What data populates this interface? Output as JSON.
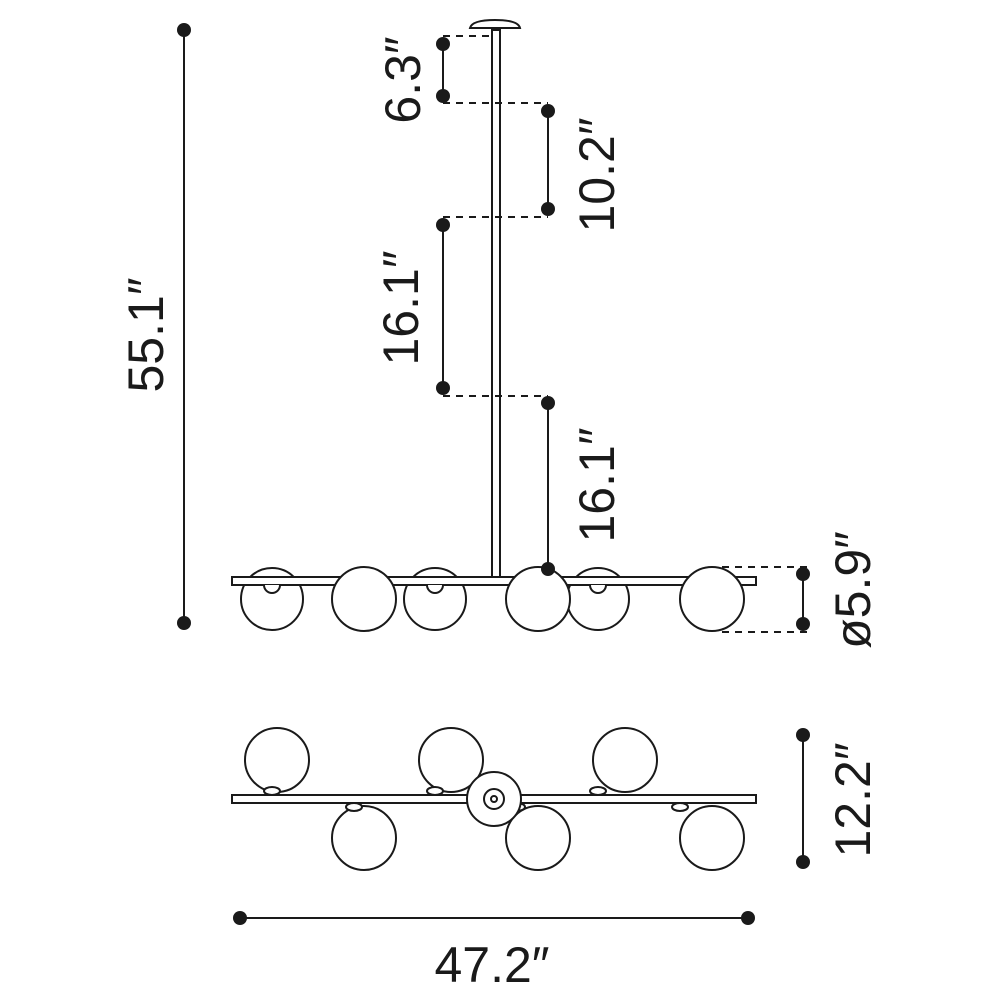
{
  "dimensions": {
    "overall_height": "55.1″",
    "canopy_to_first": "6.3″",
    "segment_2": "10.2″",
    "segment_3": "16.1″",
    "segment_4": "16.1″",
    "globe_diameter": "ø5.9″",
    "depth": "12.2″",
    "width": "47.2″"
  },
  "colors": {
    "line": "#1a1a1a",
    "background": "#ffffff"
  }
}
